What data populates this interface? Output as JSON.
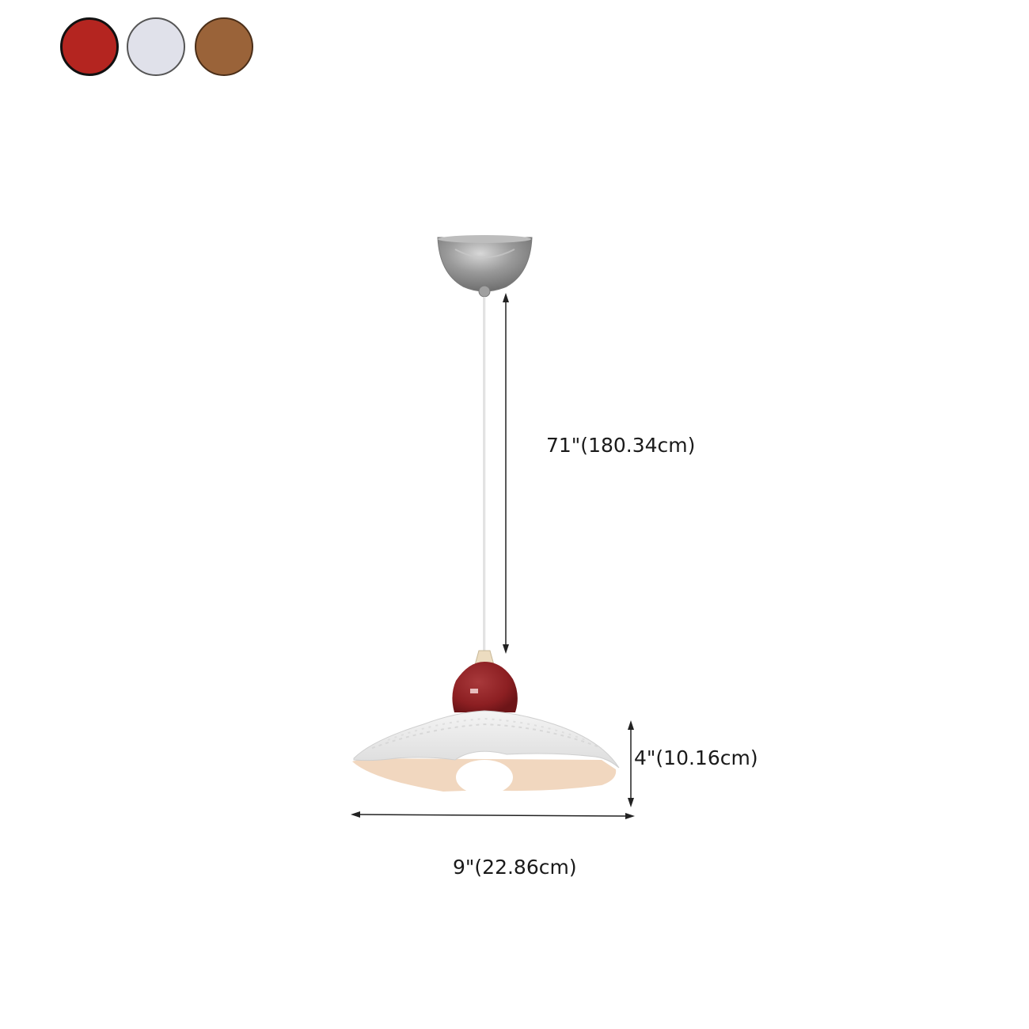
{
  "color_options": [
    {
      "name": "red",
      "fill": "#b42520"
    },
    {
      "name": "white",
      "fill": "#e0e1ea"
    },
    {
      "name": "brown",
      "fill": "#9a6339"
    }
  ],
  "product": {
    "type": "pendant-light",
    "canopy_color": "#8e8e8e",
    "socket_color": "#8c1f22",
    "shade_outer_color": "#ececec",
    "shade_inner_color": "#f1d7bf"
  },
  "dimensions": {
    "drop_length": "71\"(180.34cm)",
    "height": "4\"(10.16cm)",
    "width": "9\"(22.86cm)"
  }
}
